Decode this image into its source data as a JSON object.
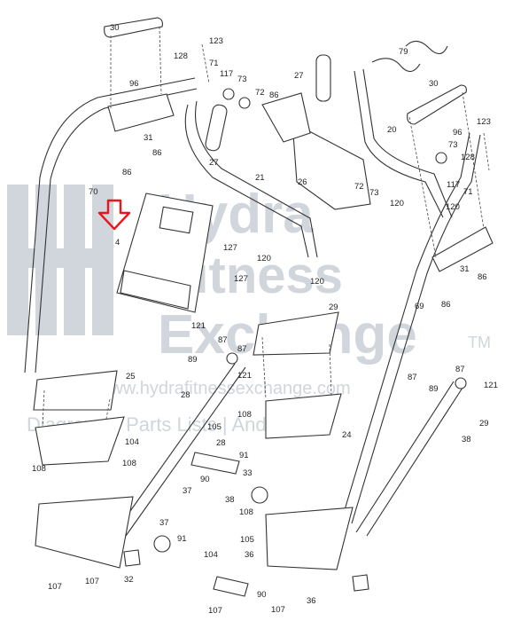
{
  "watermark": {
    "brand_line1": "Hydra",
    "brand_line2": "Fitness",
    "brand_line3": "Exchange",
    "trademark": "TM",
    "url": "www.hydrafitnessexchange.com",
    "tagline": "Diagrams | Parts Lists | And More"
  },
  "colors": {
    "arrow": "#e8161c",
    "watermark": "#c9ced6",
    "line": "#333333"
  },
  "labels": [
    "30",
    "123",
    "128",
    "96",
    "71",
    "117",
    "73",
    "72",
    "86",
    "27",
    "79",
    "30",
    "96",
    "123",
    "73",
    "128",
    "117",
    "71",
    "20",
    "26",
    "72",
    "73",
    "31",
    "86",
    "86",
    "70",
    "21",
    "27",
    "4",
    "127",
    "127",
    "120",
    "120",
    "120",
    "120",
    "31",
    "86",
    "86",
    "69",
    "29",
    "121",
    "87",
    "89",
    "87",
    "121",
    "89",
    "87",
    "87",
    "121",
    "29",
    "25",
    "28",
    "104",
    "105",
    "28",
    "108",
    "108",
    "108",
    "91",
    "33",
    "90",
    "37",
    "38",
    "108",
    "24",
    "38",
    "37",
    "91",
    "104",
    "105",
    "36",
    "32",
    "90",
    "107",
    "107",
    "107",
    "107",
    "36"
  ]
}
